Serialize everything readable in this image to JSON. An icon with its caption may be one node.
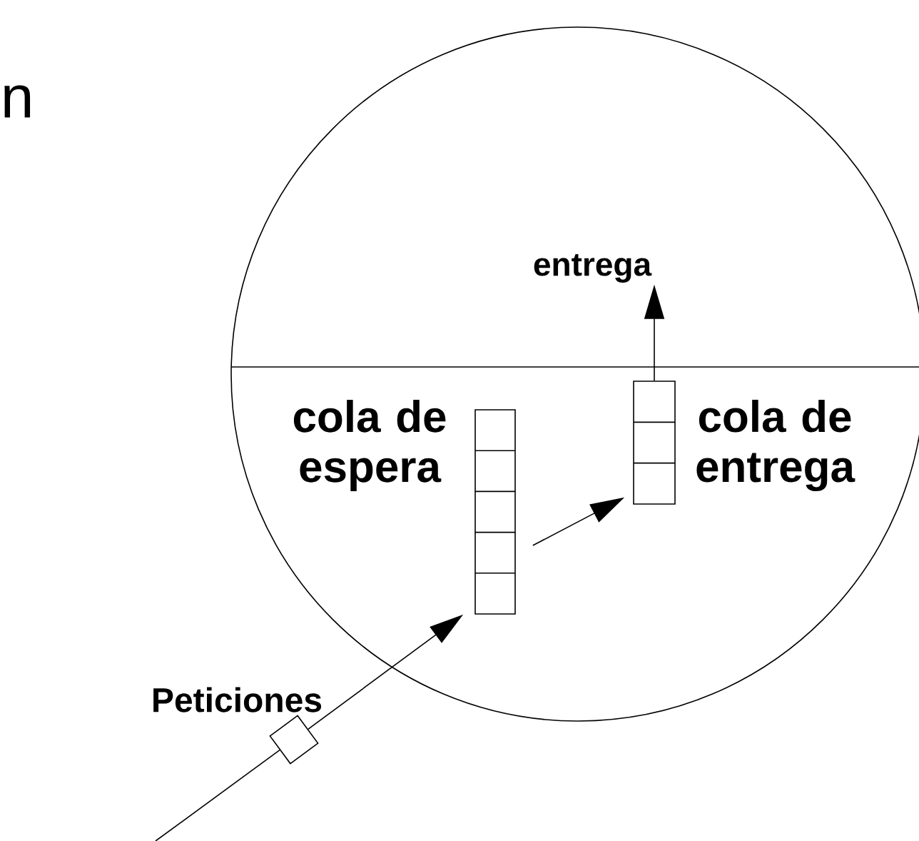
{
  "diagram": {
    "nodes": [
      {
        "text": [],
        "shape": "circle"
      },
      {
        "text": [
          "cola de espera"
        ],
        "in": 0
      },
      {
        "text": [
          "cola de entrega"
        ],
        "in": 0
      },
      {
        "text": [
          "entrega"
        ],
        "in": 0
      },
      {
        "text": [],
        "shape": "diamond",
        "beside": [
          "Peticiones"
        ]
      }
    ],
    "edges": [
      {
        "from": null,
        "to": 4,
        "arrow": "none"
      },
      {
        "from": 4,
        "to": 1,
        "arrow": "to"
      },
      {
        "from": 1,
        "to": 2,
        "arrow": "to"
      },
      {
        "from": 2,
        "to": 3,
        "arrow": "to"
      }
    ],
    "labels": [
      "n"
    ]
  }
}
